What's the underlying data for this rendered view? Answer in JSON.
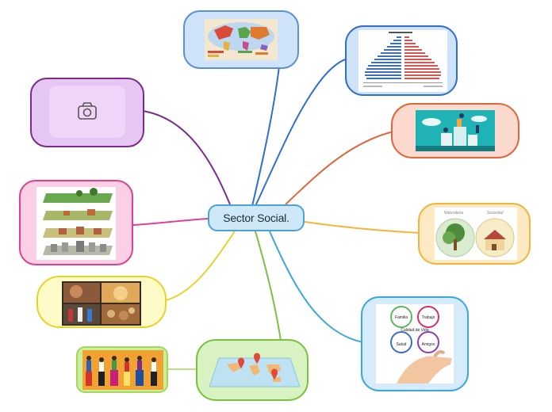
{
  "central_topic": {
    "label": "Sector Social."
  },
  "nodes": [
    {
      "id": "world-map",
      "kind": "image",
      "icon": "world-political-map-image",
      "fill": "#cfe3fb",
      "border": "#5b8fd6"
    },
    {
      "id": "population-pyramid",
      "kind": "image",
      "icon": "population-pyramid-chart-image",
      "fill": "#cfe3fb",
      "border": "#2f6fd0"
    },
    {
      "id": "city-illustration",
      "kind": "image",
      "icon": "city-illustration-image",
      "fill": "#fbd9cf",
      "border": "#e0663a"
    },
    {
      "id": "nature-society",
      "kind": "image",
      "icon": "nature-society-image",
      "fill": "#fde9c4",
      "border": "#f3b63a",
      "captions": {
        "left": "Naturaleza",
        "right": "Sociedad"
      }
    },
    {
      "id": "quality-of-life",
      "kind": "image",
      "icon": "quality-of-life-diagram-image",
      "fill": "#d7ecfb",
      "border": "#3aa7e0",
      "circles": {
        "top_left": "Familia",
        "top_right": "Trabajo",
        "center": "Calidad de Vida",
        "bottom_left": "Salud",
        "bottom_right": "Amigos"
      }
    },
    {
      "id": "map-pins",
      "kind": "image",
      "icon": "map-pins-image",
      "fill": "#d9f2c1",
      "border": "#7ac142"
    },
    {
      "id": "folk-dancers",
      "kind": "image",
      "icon": "folk-dancers-image",
      "fill": "#c9ef9a",
      "border": "#a5d85a"
    },
    {
      "id": "culture-collage",
      "kind": "image",
      "icon": "culture-collage-image",
      "fill": "#fffbc8",
      "border": "#e6d42a"
    },
    {
      "id": "landscape-evolution",
      "kind": "image",
      "icon": "landscape-evolution-image",
      "fill": "#fbd0e6",
      "border": "#e0408e"
    },
    {
      "id": "camera-placeholder",
      "kind": "icon",
      "icon": "camera-icon",
      "fill": "#e6c7f3",
      "border": "#7b2b8a"
    }
  ]
}
